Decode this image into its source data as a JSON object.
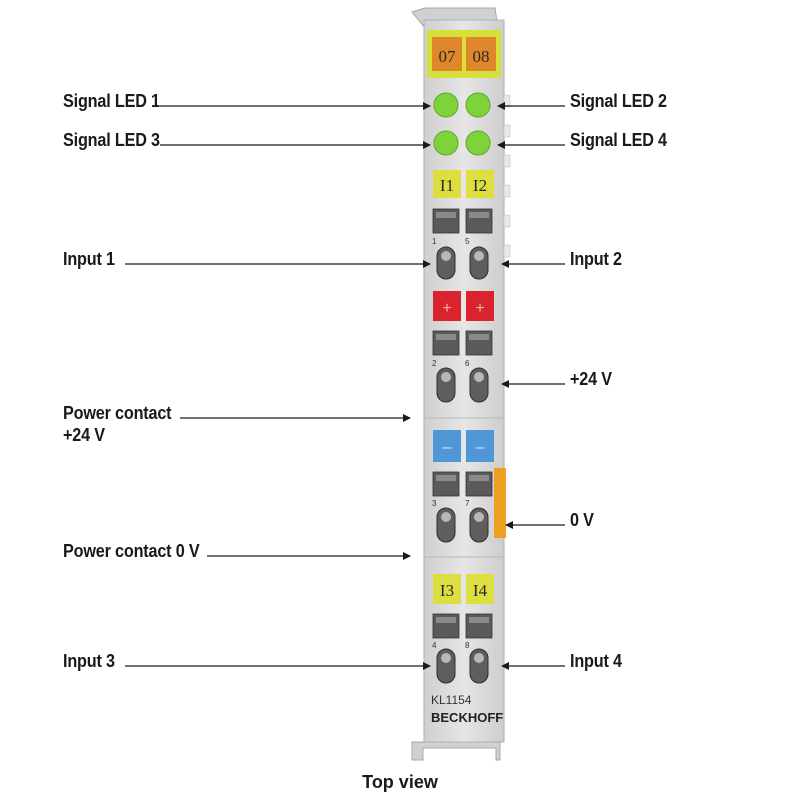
{
  "module": {
    "model": "KL1154",
    "brand": "BECKHOFF",
    "top_labels": [
      "07",
      "08"
    ],
    "channel_labels_top": [
      "I1",
      "I2"
    ],
    "channel_labels_bottom": [
      "I3",
      "I4"
    ],
    "plus_signs": [
      "+",
      "+"
    ],
    "minus_signs": [
      "–",
      "–"
    ],
    "terminal_numbers": [
      "1",
      "5",
      "2",
      "6",
      "3",
      "7",
      "4",
      "8"
    ],
    "colors": {
      "body": "#dcdcdc",
      "top_yellow": "#d7df3a",
      "top_orange": "#e0862b",
      "led_green": "#7fd33a",
      "channel_yellow": "#dcdf3f",
      "plus_red": "#d9232d",
      "minus_blue": "#4f97d6",
      "side_orange": "#f0a020"
    }
  },
  "labels": {
    "signal_led_1": "Signal LED 1",
    "signal_led_2": "Signal LED 2",
    "signal_led_3": "Signal LED 3",
    "signal_led_4": "Signal LED 4",
    "input_1": "Input 1",
    "input_2": "Input 2",
    "plus_24v": "+24 V",
    "power_contact_24v_line1": "Power contact",
    "power_contact_24v_line2": "+24 V",
    "zero_v": "0 V",
    "power_contact_0v": "Power contact 0 V",
    "input_3": "Input 3",
    "input_4": "Input 4"
  },
  "caption": "Top view"
}
